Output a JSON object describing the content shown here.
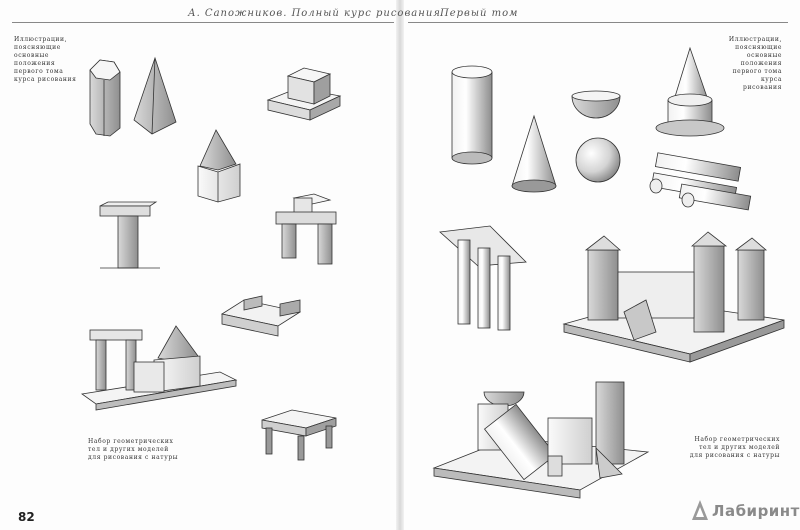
{
  "left_page": {
    "running_head": "А. Сапожников. Полный курс рисования",
    "caption_top": [
      "Иллюстрации,",
      "поясняющие",
      "основные",
      "положения",
      "первого тома",
      "курса рисования"
    ],
    "caption_bottom": [
      "Набор геометрических",
      "тел и других моделей",
      "для рисования с натуры"
    ],
    "page_number": "82"
  },
  "right_page": {
    "running_head": "Первый том",
    "caption_top": [
      "Иллюстрации,",
      "поясняющие",
      "основные",
      "положения",
      "первого тома",
      "курса рисования"
    ],
    "caption_bottom": [
      "Набор геометрических",
      "тел и других моделей",
      "для рисования с натуры"
    ]
  },
  "logo": {
    "text": "Лабиринт",
    "icon": "labyrinth-logo-icon"
  },
  "colors": {
    "ink": "#222222",
    "shadow": "#9a9a9a",
    "paper": "#fdfdfd"
  }
}
